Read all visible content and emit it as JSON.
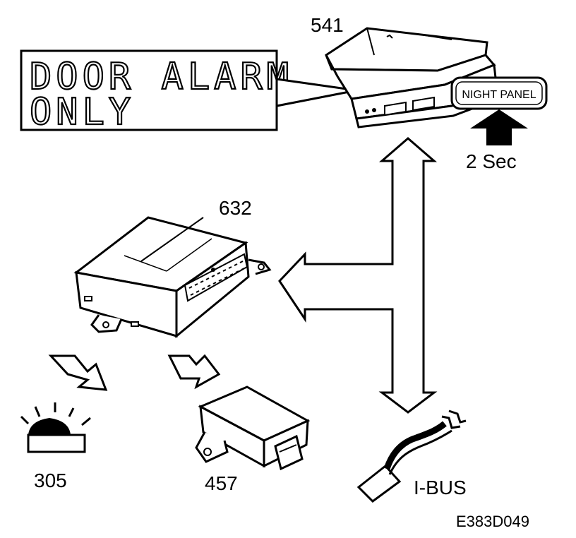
{
  "display_message": {
    "line1": "DOOR ALARM",
    "line2": "ONLY"
  },
  "components": {
    "instrument_cluster": "541",
    "control_module": "632",
    "alarm_indicator": "305",
    "siren_module": "457",
    "bus": "I-BUS"
  },
  "night_panel_button": "NIGHT PANEL",
  "press_duration": "2 Sec",
  "figure_code": "E383D049"
}
